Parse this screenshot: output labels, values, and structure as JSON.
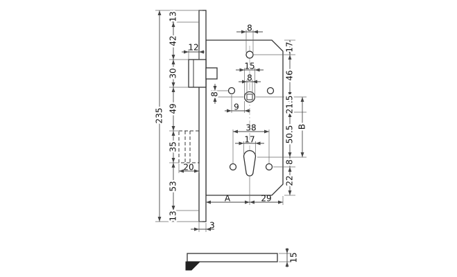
{
  "page": {
    "background": "#ffffff"
  },
  "drawing": {
    "type": "technical-diagram",
    "subject": "mortise-lock-dimension-drawing",
    "colors": {
      "line": "#333333",
      "dim": "#444444",
      "fill": "#ffffff",
      "dark_fill": "#222222"
    },
    "dimensions": {
      "overall_height": "235",
      "left_chain": [
        "13",
        "42",
        "30",
        "49",
        "35",
        "53",
        "13"
      ],
      "latch_protrusion": "12",
      "top_hole_dia": "8",
      "follower_dia": "15",
      "follower_square": "8",
      "follower_offset_v": "8",
      "follower_offset_h": "9",
      "cylinder_fixing_span": "38",
      "cylinder_width": "17",
      "deadbolt_width": "20",
      "faceplate_thickness": "3",
      "backset": "A",
      "case_rear": "29",
      "right_chain": [
        "17",
        "46",
        "21.5",
        "50.5",
        "8",
        "22"
      ],
      "follower_to_cylinder": "B",
      "faceplate_width_side": "15"
    }
  }
}
